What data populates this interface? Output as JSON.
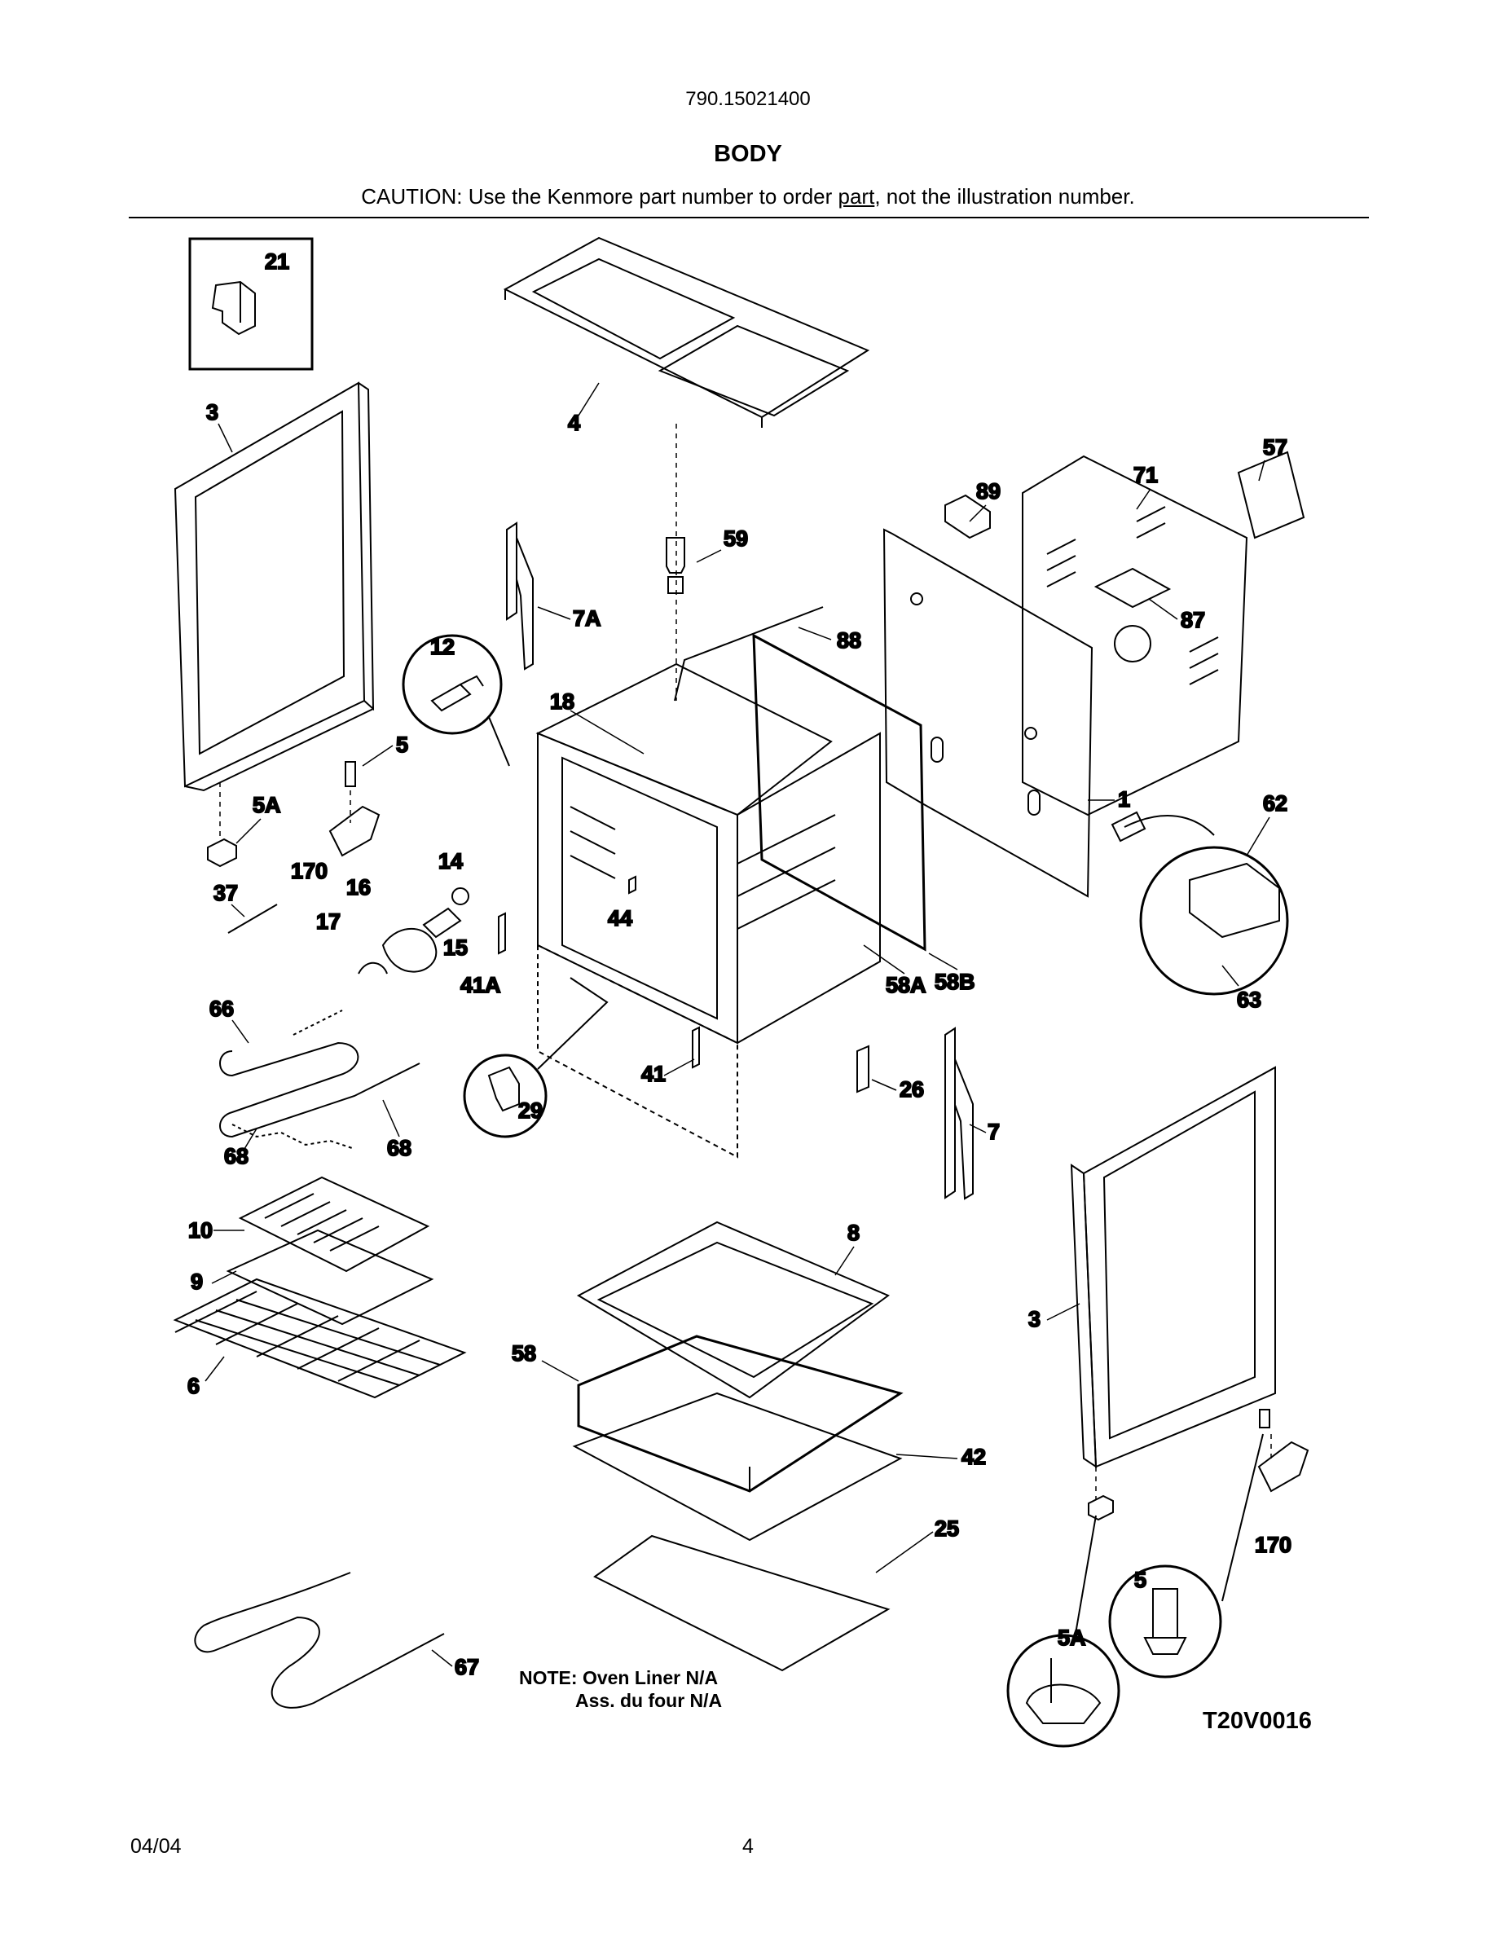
{
  "header": {
    "model": "790.15021400",
    "section_title": "BODY",
    "caution_before": "CAUTION: Use the Kenmore part number to order ",
    "caution_link": "part",
    "caution_after": ", not the illustration number."
  },
  "callouts": {
    "c21": "21",
    "c3a": "3",
    "c4": "4",
    "c57": "57",
    "c71": "71",
    "c89": "89",
    "c59": "59",
    "c7a": "7A",
    "c88": "88",
    "c87": "87",
    "c12": "12",
    "c18": "18",
    "c5a_top": "5",
    "c5a_lbl": "5A",
    "c1": "1",
    "c62": "62",
    "c170a": "170",
    "c14": "14",
    "c16": "16",
    "c37": "37",
    "c17": "17",
    "c15": "15",
    "c44": "44",
    "c41a": "41A",
    "c58a": "58A",
    "c58b": "58B",
    "c63": "63",
    "c66": "66",
    "c41": "41",
    "c26": "26",
    "c29": "29",
    "c7": "7",
    "c68a": "68",
    "c68b": "68",
    "c10": "10",
    "c8": "8",
    "c9": "9",
    "c3b": "3",
    "c6": "6",
    "c58": "58",
    "c42": "42",
    "c25": "25",
    "c170b": "170",
    "c5b": "5",
    "c5ab": "5A",
    "c67": "67"
  },
  "note": {
    "line1": "NOTE: Oven Liner N/A",
    "line2": "Ass. du four N/A"
  },
  "diagram_code": "T20V0016",
  "footer": {
    "date": "04/04",
    "page": "4"
  }
}
